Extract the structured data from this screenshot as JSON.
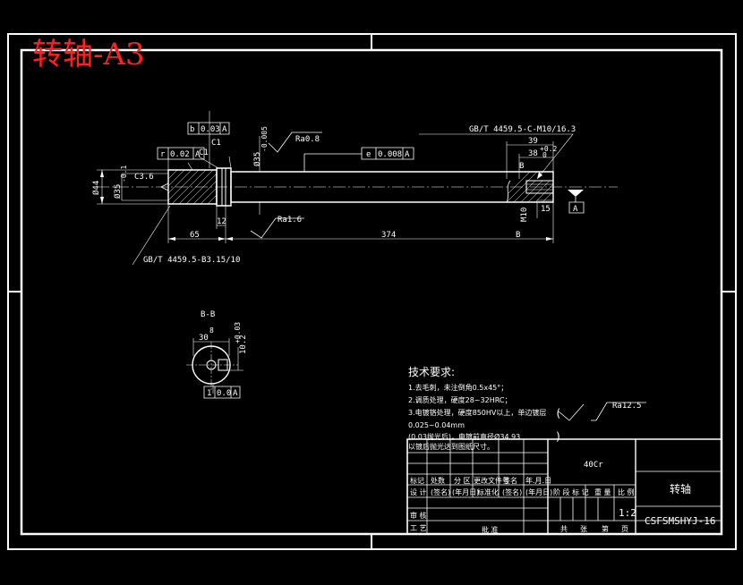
{
  "watermark": "转轴-A3",
  "view_label": "B-B",
  "labels": {
    "tol_b": "b",
    "tol_b_val": "0.03",
    "tol_b_ref": "A",
    "tol_r": "r",
    "tol_r_val": "0.02",
    "tol_r_ref": "A",
    "tol_e": "e",
    "tol_e_val": "0.008",
    "tol_e_ref": "A",
    "tol_bot_sym": "1",
    "tol_bot_val": "0.0",
    "tol_bot_ref": "A",
    "chamfer_c1a": "C1",
    "chamfer_c1b": "C1",
    "ra08": "Ra0.8",
    "ra16": "Ra1.6",
    "ra125": "Ra12.5",
    "dia_35_upper": "Ø35",
    "dia_35_upper_tol": "-0.005",
    "dia_44": "Ø44",
    "dia_35_left": "Ø35",
    "dia_35_left_tol": "-0.1",
    "c36": "C3.6",
    "dim_12": "12",
    "dim_65": "65",
    "dim_374": "374",
    "dim_b_mark": "B",
    "gbt_top": "GB/T 4459.5-C-M10/16.3",
    "gbt_bottom": "GB/T 4459.5-B3.15/10",
    "dim_39": "39",
    "dim_38": "38",
    "dim_38_tol": "+0.2",
    "dim_38_tol2": "0",
    "dim_b_small": "B",
    "dim_15": "15",
    "m10": "M10",
    "datum_a": "A",
    "section_30": "30",
    "section_10": "10.2",
    "section_tol": "+0.03",
    "section_8": "8"
  },
  "tech": {
    "title": "技术要求:",
    "lines": [
      "1.去毛刺，未注倒角0.5x45°；",
      "2.调质处理，硬度28~32HRC；",
      "3.电镀铬处理，硬度850HV以上，单边镀层",
      "0.025~0.04mm",
      "(0.03抛光后)，电镀前直径Ø34.93",
      "以镀后抛光达到图纸尺寸。"
    ]
  },
  "title_block": {
    "material": "40Cr",
    "part_name": "转轴",
    "drawing_no": "CSFSMSHYJ-16",
    "scale": "1:2",
    "h_mark": "标记",
    "h_count": "处数",
    "h_zone": "分 区",
    "h_docno": "更改文件号",
    "h_sign": "签名",
    "h_date": "年.月.日",
    "r_design": "设 计",
    "r_sign": "(签名)",
    "r_date": "(年月日)",
    "r_std": "标准化",
    "r_sign2": "(签名)",
    "r_date2": "(年月日)",
    "r_check": "审 核",
    "r_process": "工 艺",
    "r_approve": "批 准",
    "stage": "阶 段 标 记",
    "weight": "重 量",
    "ratio": "比 例",
    "sheets_total": "共",
    "sheet_word": "张",
    "sheet_no": "第",
    "page_word": "页"
  },
  "colors": {
    "background": "#000000",
    "line": "#ffffff",
    "watermark": "#ff2020"
  }
}
